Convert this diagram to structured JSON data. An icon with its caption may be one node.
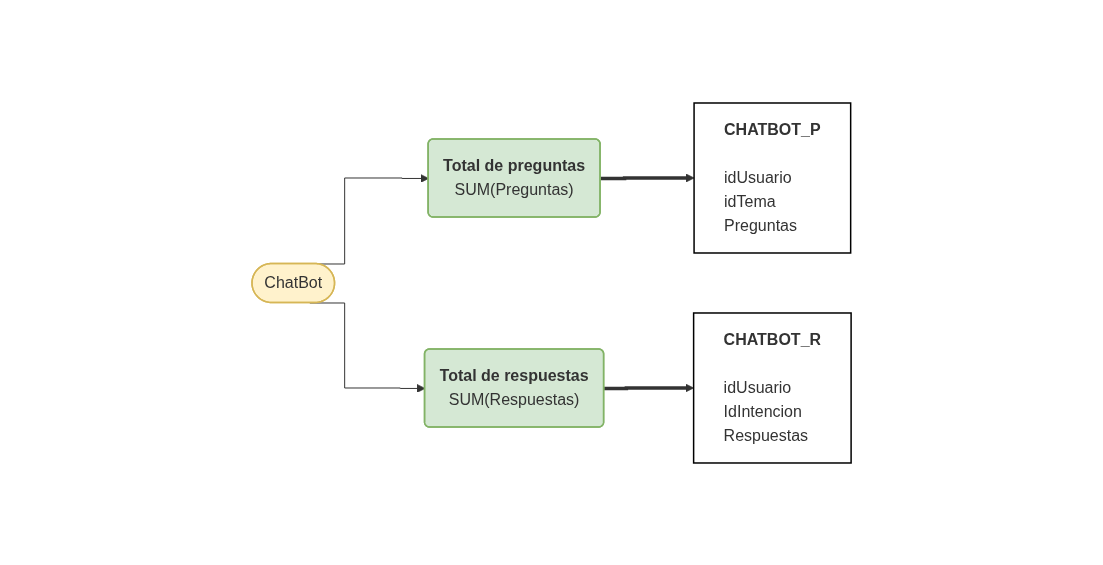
{
  "diagram": {
    "nodes": [
      {
        "text": [
          "ChatBot"
        ]
      },
      {
        "text": [
          "Total de preguntas",
          "SUM(Preguntas)"
        ]
      },
      {
        "text": [
          "Total de respuestas",
          "SUM(Respuestas)"
        ]
      },
      {
        "text": [
          "CHATBOT_P",
          "idUsuario",
          "idTema",
          "Preguntas"
        ]
      },
      {
        "text": [
          "CHATBOT_R",
          "idUsuario",
          "IdIntencion",
          "Respuestas"
        ]
      }
    ],
    "edges": [
      {
        "from": 0,
        "to": 1,
        "arrow": "to"
      },
      {
        "from": 0,
        "to": 2,
        "arrow": "to"
      },
      {
        "from": 1,
        "to": 3,
        "arrow": "to",
        "style": "thick"
      },
      {
        "from": 2,
        "to": 4,
        "arrow": "to",
        "style": "thick"
      }
    ]
  }
}
